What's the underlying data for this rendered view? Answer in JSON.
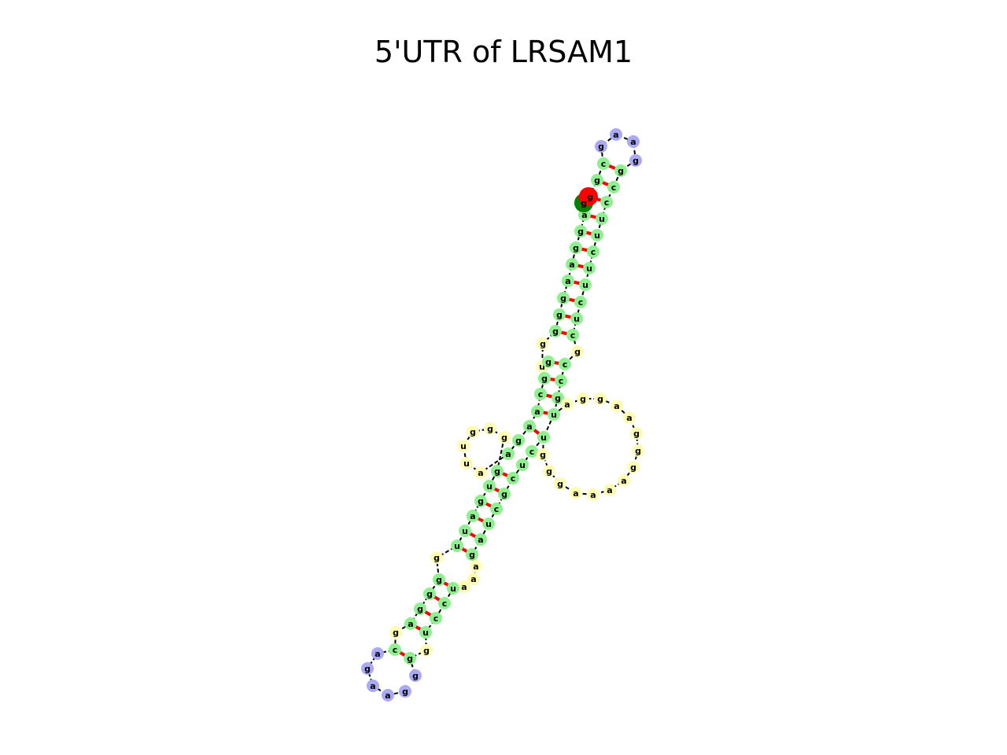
{
  "title": "5'UTR of LRSAM1",
  "colors": {
    "stem": "#8ef08e",
    "loop": "#fdfdb4",
    "hairpin": "#a9a9f5",
    "pair_link": "#ff0000",
    "backbone": "#000000",
    "five_prime_marker": "#ff0000",
    "three_prime_marker": "#008000"
  },
  "strands": [
    {
      "ids": [
        "n1",
        "n2",
        "n3",
        "n4",
        "n5",
        "n6",
        "n7",
        "n8",
        "n9",
        "n10",
        "n11",
        "n12",
        "n13",
        "n14",
        "n15"
      ],
      "letters": [
        "c",
        "u",
        "c",
        "u",
        "c",
        "g",
        "g",
        "c",
        "c",
        "u",
        "c",
        "u",
        "u",
        "g",
        "a"
      ]
    },
    {
      "ids": [
        "h1",
        "h2",
        "h3",
        "h4",
        "h5"
      ],
      "letters": [
        "g",
        "a",
        "a",
        "g",
        "g"
      ]
    }
  ]
}
